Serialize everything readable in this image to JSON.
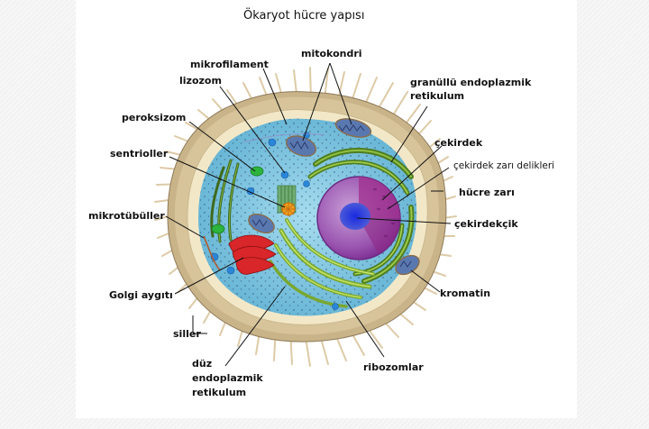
{
  "title": "Ökaryot hücre yapısı",
  "colors": {
    "cilia": "#d8c29a",
    "cell_wall_outer": "#a9946e",
    "membrane": "#f3ead0",
    "cytoplasm": "#7fc3df",
    "nucleus": "#9c4aa8",
    "nucleolus": "#2a3ad8",
    "golgi": "#d8262a",
    "er_rough": "#5d8a2a",
    "er_smooth": "#9bc43a",
    "mitochondria": "#6a7fa8",
    "peroxisome": "#2aaa3a",
    "lysosome": "#2a7ad8",
    "centriole": "#f0a020",
    "leader_line": "#111111"
  },
  "labels": {
    "mitokondri": "mitokondri",
    "mikrofilament": "mikrofilament",
    "lizozom": "lizozom",
    "granullu_er_line1": "granüllü endoplazmik",
    "granullu_er_line2": "retikulum",
    "peroksizom": "peroksizom",
    "cekirdek": "çekirdek",
    "cekirdek_zari_delikleri": "çekirdek zarı delikleri",
    "sentrioller": "sentrioller",
    "hucre_zari": "hücre zarı",
    "mikrotubuller": "mikrotübüller",
    "cekirdekcik": "çekirdekçik",
    "golgi": "Golgi aygıtı",
    "kromatin": "kromatin",
    "siller": "siller",
    "duz_er_line1": "düz",
    "duz_er_line2": "endoplazmik",
    "duz_er_line3": "retikulum",
    "ribozomlar": "ribozomlar"
  }
}
